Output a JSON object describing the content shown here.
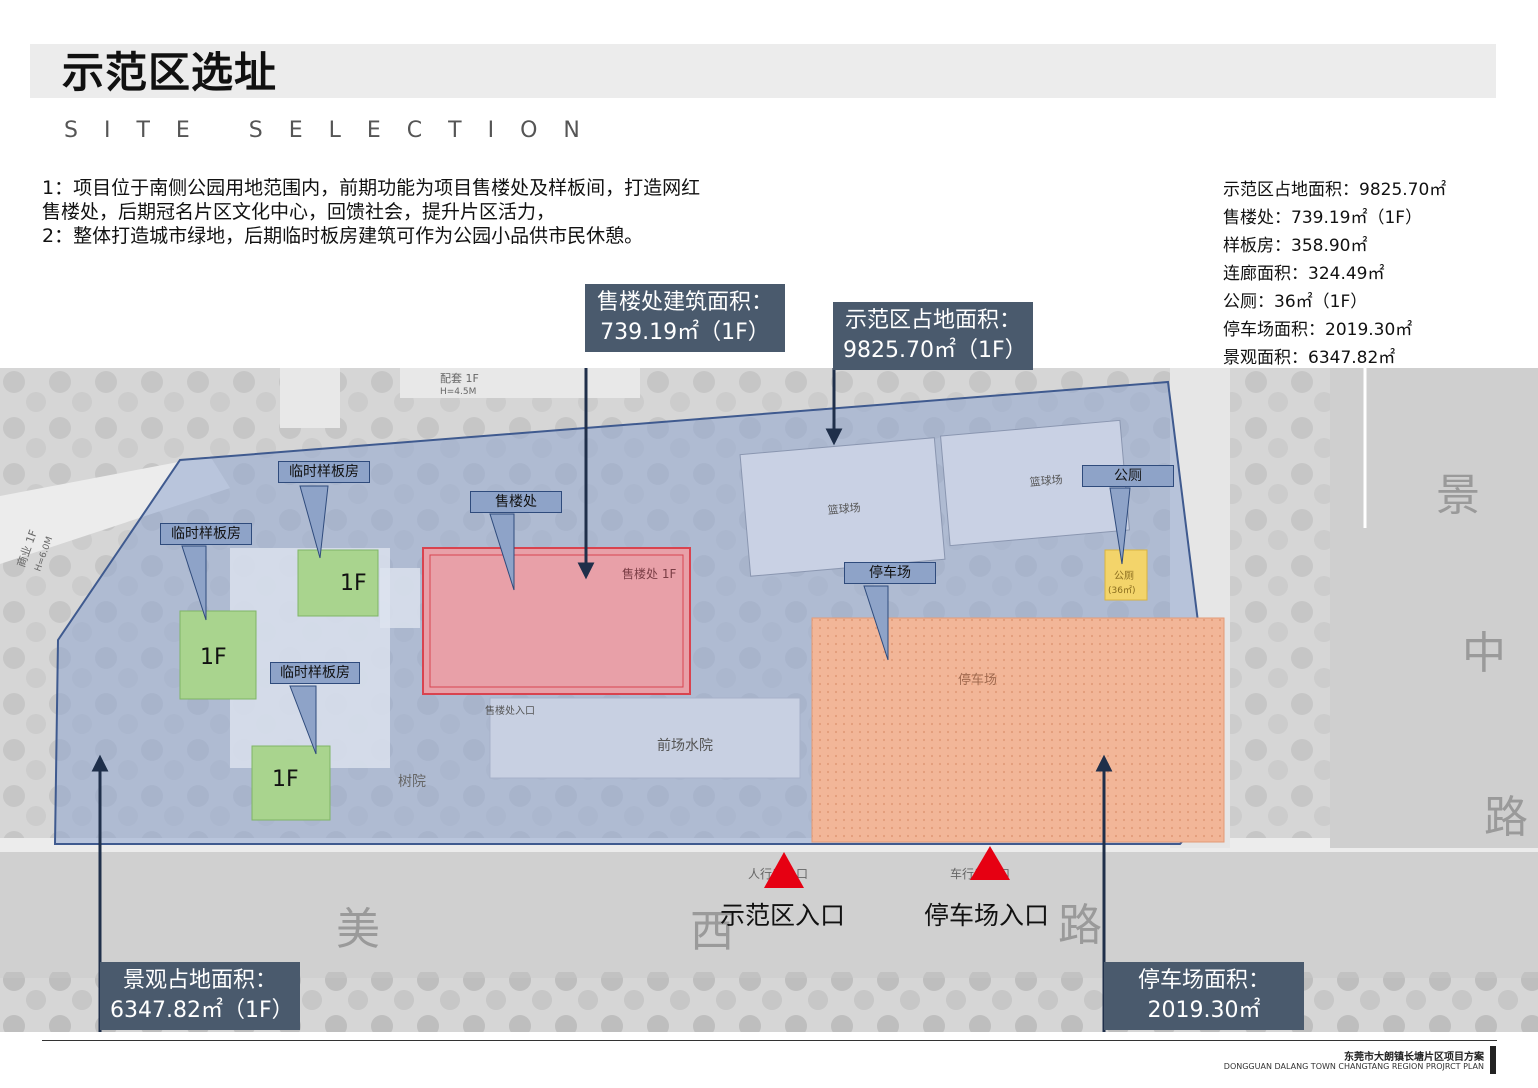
{
  "header": {
    "title": "示范区选址",
    "subtitle": "SITE SELECTION"
  },
  "description": {
    "line1": "1：项目位于南侧公园用地范围内，前期功能为项目售楼处及样板间，打造网红",
    "line2": "售楼处，后期冠名片区文化中心，回馈社会，提升片区活力，",
    "line3": "2：整体打造城市绿地，后期临时板房建筑可作为公园小品供市民休憩。"
  },
  "stats": [
    "示范区占地面积：9825.70㎡",
    "售楼处：739.19㎡（1F）",
    "样板房：358.90㎡",
    "连廊面积：324.49㎡",
    "公厕：36㎡（1F）",
    "停车场面积：2019.30㎡",
    "景观面积：6347.82㎡"
  ],
  "callouts": {
    "sales_building": {
      "line1": "售楼处建筑面积：",
      "line2": "739.19㎡（1F）"
    },
    "demo_area": {
      "line1": "示范区占地面积：",
      "line2": "9825.70㎡（1F）"
    },
    "landscape": {
      "line1": "景观占地面积：",
      "line2": "6347.82㎡（1F）"
    },
    "parking": {
      "line1": "停车场面积：",
      "line2": "2019.30㎡"
    }
  },
  "tags": {
    "temp_model_1": "临时样板房",
    "temp_model_2": "临时样板房",
    "temp_model_3": "临时样板房",
    "sales_office": "售楼处",
    "parking": "停车场",
    "toilet": "公厕"
  },
  "map_labels": {
    "floor_1f": "1F",
    "basketball": "篮球场",
    "sales_inner": "售楼处 1F",
    "front_water": "前场水院",
    "tree_court": "树院",
    "parking_inner": "停车场",
    "toilet_inner": "公厕",
    "toilet_area": "(36㎡)",
    "peitao": "配套 1F",
    "peitao_h": "H=4.5M",
    "commerce": "商业 1F",
    "commerce_h": "H=6.0M",
    "pedestrian_entry": "人行出入口",
    "vehicle_entry": "车行出入口",
    "sales_entry": "售楼处入口"
  },
  "roads": {
    "south": [
      "美",
      "西",
      "路"
    ],
    "east": [
      "景",
      "中",
      "路"
    ]
  },
  "entrances": {
    "demo": "示范区入口",
    "parking": "停车场入口"
  },
  "footer": {
    "cn": "东莞市大朗镇长塘片区项目方案",
    "en": "DONGGUAN DALANG TOWN CHANGTANG REGION PROJRCT PLAN"
  },
  "colors": {
    "demo_zone": "#8fa6cf",
    "sales_building": "#e8a0a8",
    "parking": "#f0b493",
    "model_house": "#a9d48e",
    "toilet": "#f3d46a",
    "callout_bg": "#4a5a6d",
    "entrance_marker": "#e60012"
  }
}
